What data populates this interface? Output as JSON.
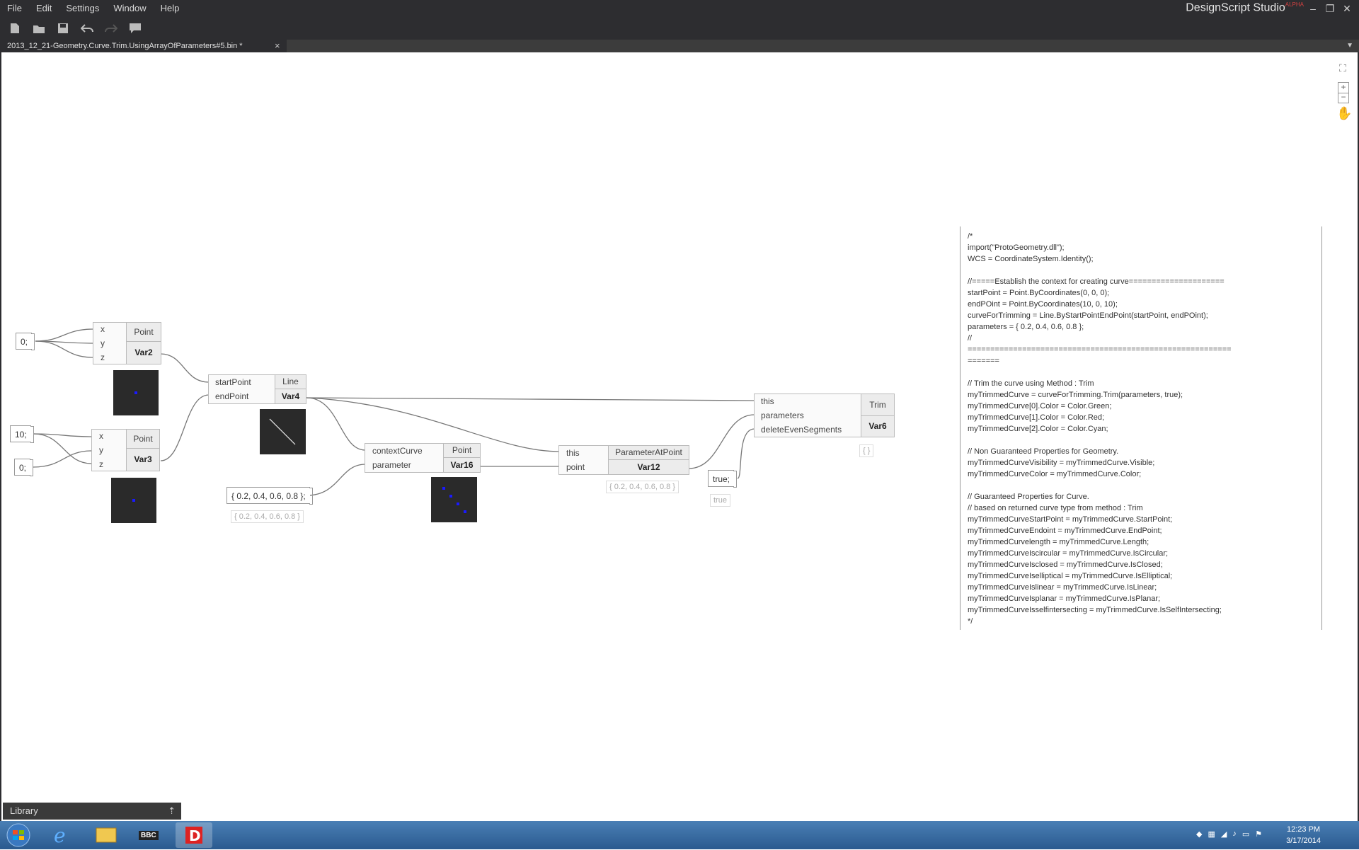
{
  "window": {
    "app_title": "DesignScript Studio",
    "app_badge": "ALPHA",
    "menu": [
      "File",
      "Edit",
      "Settings",
      "Window",
      "Help"
    ]
  },
  "tab": {
    "label": "2013_12_21-Geometry.Curve.Trim.UsingArrayOfParameters#5.bin *",
    "close": "×"
  },
  "nodes": {
    "n_zero1": {
      "code": "0;"
    },
    "n_ten": {
      "code": "10;"
    },
    "n_zero2": {
      "code": "0;"
    },
    "point_var2": {
      "ports": [
        "x",
        "y",
        "z"
      ],
      "type": "Point",
      "var": "Var2"
    },
    "point_var3": {
      "ports": [
        "x",
        "y",
        "z"
      ],
      "type": "Point",
      "var": "Var3"
    },
    "line_var4": {
      "ports": [
        "startPoint",
        "endPoint"
      ],
      "type": "Line",
      "var": "Var4"
    },
    "params_cb": {
      "code": "{ 0.2, 0.4, 0.6, 0.8 };",
      "watch": "{ 0.2, 0.4, 0.6, 0.8 }"
    },
    "point_var16": {
      "ports": [
        "contextCurve",
        "parameter"
      ],
      "type": "Point",
      "var": "Var16"
    },
    "pap_var12": {
      "ports": [
        "this",
        "point"
      ],
      "type": "ParameterAtPoint",
      "var": "Var12",
      "watch": "{ 0.2, 0.4, 0.6, 0.8 }"
    },
    "true_cb": {
      "code": "true;",
      "watch": "true"
    },
    "trim_var6": {
      "ports": [
        "this",
        "parameters",
        "deleteEvenSegments"
      ],
      "type": "Trim",
      "var": "Var6",
      "watch": "{ }"
    }
  },
  "code_block": {
    "text": "/*\nimport(\"ProtoGeometry.dll\");\nWCS = CoordinateSystem.Identity();\n\n//=====Establish the context for creating curve=====================\nstartPoint = Point.ByCoordinates(0, 0, 0);\nendPOint = Point.ByCoordinates(10, 0, 10);\ncurveForTrimming = Line.ByStartPointEndPoint(startPoint, endPOint);\nparameters = { 0.2, 0.4, 0.6, 0.8 };\n//\n==========================================================\n=======\n\n// Trim the curve using Method : Trim\nmyTrimmedCurve = curveForTrimming.Trim(parameters, true);\nmyTrimmedCurve[0].Color = Color.Green;\nmyTrimmedCurve[1].Color = Color.Red;\nmyTrimmedCurve[2].Color = Color.Cyan;\n\n// Non Guaranteed Properties for Geometry.\nmyTrimmedCurveVisibility = myTrimmedCurve.Visible;\nmyTrimmedCurveColor = myTrimmedCurve.Color;\n\n// Guaranteed Properties for Curve.\n// based on returned curve type from method : Trim\nmyTrimmedCurveStartPoint = myTrimmedCurve.StartPoint;\nmyTrimmedCurveEndoint = myTrimmedCurve.EndPoint;\nmyTrimmedCurvelength = myTrimmedCurve.Length;\nmyTrimmedCurveIscircular = myTrimmedCurve.IsCircular;\nmyTrimmedCurveIsclosed = myTrimmedCurve.IsClosed;\nmyTrimmedCurveIselliptical = myTrimmedCurve.IsElliptical;\nmyTrimmedCurveIslinear = myTrimmedCurve.IsLinear;\nmyTrimmedCurveIsplanar = myTrimmedCurve.IsPlanar;\nmyTrimmedCurveIsselfintersecting = myTrimmedCurve.IsSelfIntersecting;\n*/"
  },
  "library": {
    "label": "Library",
    "pin": "⇡"
  },
  "taskbar": {
    "time": "12:23 PM",
    "date": "3/17/2014",
    "bbc": "BBC"
  },
  "colors": {
    "chrome": "#2d2d30",
    "preview_bg": "#2a2a2a",
    "preview_point": "#1a1aff",
    "taskbar": "#2a5a8f"
  }
}
